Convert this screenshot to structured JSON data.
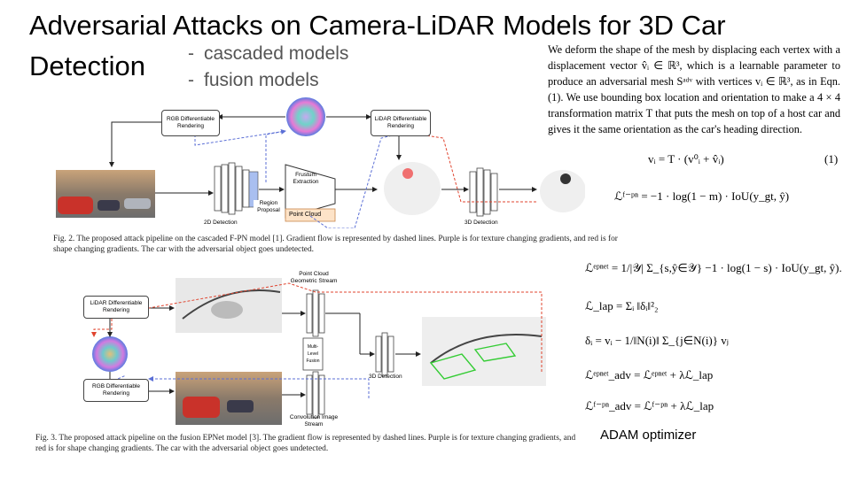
{
  "slide": {
    "title_line1": "Adversarial Attacks on Camera-LiDAR Models for 3D Car",
    "title_line2": "Detection",
    "bullets": [
      "cascaded models",
      "fusion models"
    ],
    "paragraph": "We deform the shape of the mesh by displacing each vertex with a displacement vector v̂ᵢ ∈ ℝ³, which is a learnable parameter to produce an adversarial mesh Sᵃᵈᵛ with vertices vᵢ ∈ ℝ³, as in Eqn. (1). We use bounding box location and orientation to make a 4 × 4 transformation matrix T that puts the mesh on top of a host car and gives it the same orientation as the car's heading direction.",
    "equations": {
      "eq1": "vᵢ = T · (v⁰ᵢ + v̂ᵢ)",
      "eq1_num": "(1)",
      "fpn_loss": "ℒᶠ⁻ᵖⁿ = −1 · log(1 − m) · IoU(y_gt, ŷ)",
      "epnet_loss": "ℒᵉᵖⁿᵉᵗ = 1/|𝒴| Σ_{s,ŷ∈𝒴} −1 · log(1 − s) · IoU(y_gt, ŷ).",
      "lap": "ℒ_lap = Σᵢ ‖δᵢ‖²₂",
      "delta": "δᵢ = vᵢ − 1/‖N(i)‖ Σ_{j∈N(i)} vⱼ",
      "adv_epnet": "ℒᵉᵖⁿᵉᵗ_adv = ℒᵉᵖⁿᵉᵗ + λℒ_lap",
      "adv_fpn": "ℒᶠ⁻ᵖⁿ_adv = ℒᶠ⁻ᵖⁿ + λℒ_lap"
    },
    "optimizer_note": "ADAM optimizer"
  },
  "fig2": {
    "rgb_box": "RGB Differentiable Rendering",
    "lidar_box": "LiDAR Differentiable Rendering",
    "frustum": "Frustum Extraction",
    "region_proposal": "Region Proposal",
    "detection_2d": "2D Detection",
    "point_cloud": "Point Cloud",
    "detection_3d": "3D Detection",
    "caption": "Fig. 2.   The proposed attack pipeline on the cascaded F-PN model [1]. Gradient flow is represented by dashed lines. Purple is for texture changing gradients, and red is for shape changing gradients. The car with the adversarial object goes undetected."
  },
  "fig3": {
    "lidar_box": "LiDAR Differentiable Rendering",
    "rgb_box": "RGB Differentiable Rendering",
    "pc_stream": "Point Cloud Geometric Stream",
    "fusion": "Multi-Level Fusion",
    "conv_stream": "Convolution Image Stream",
    "detection_3d": "3D Detection",
    "caption": "Fig. 3.   The proposed attack pipeline on the fusion EPNet model [3]. The gradient flow is represented by dashed lines. Purple is for texture changing gradients, and red is for shape changing gradients. The car with the adversarial object goes undetected."
  },
  "colors": {
    "texture_grad": "#5b6fd6",
    "shape_grad": "#e0442f",
    "point_cloud_fill": "#fde3c8",
    "box_green": "#33cc33"
  }
}
